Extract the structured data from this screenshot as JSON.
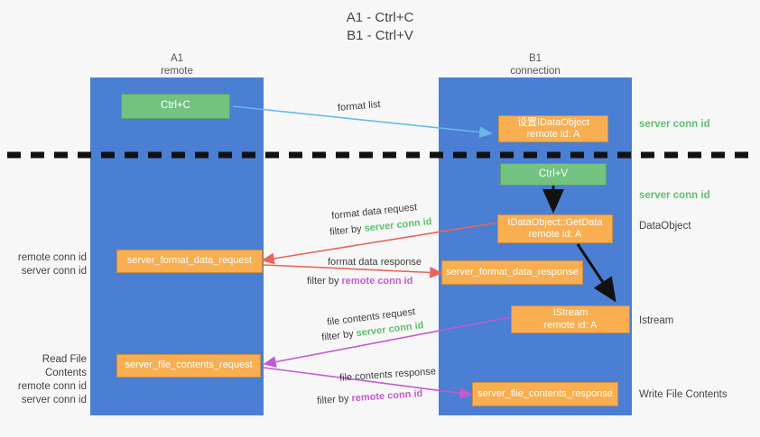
{
  "title": {
    "line1": "A1 - Ctrl+C",
    "line2": "B1 - Ctrl+V"
  },
  "columns": [
    {
      "name": "A1",
      "sub": "remote"
    },
    {
      "name": "B1",
      "sub": "connection"
    }
  ],
  "boxes": {
    "ctrl_c": {
      "label": "Ctrl+C",
      "color": "#73c280"
    },
    "ctrl_v": {
      "label": "Ctrl+V",
      "color": "#73c280"
    },
    "set_dataobject": {
      "line1": "设置IDataObject",
      "line2": "remote id: A",
      "color": "#f9ae51"
    },
    "getdata": {
      "line1": "IDataObject::GetData",
      "line2": "remote id: A",
      "color": "#f9ae51"
    },
    "istream": {
      "line1": "IStream",
      "line2": "remote id: A",
      "color": "#f9ae51"
    },
    "fmt_req": {
      "label": "server_format_data_request",
      "color": "#f9ae51"
    },
    "fmt_resp": {
      "label": "server_format_data_response",
      "color": "#f9ae51"
    },
    "file_req": {
      "label": "server_file_contents_request",
      "color": "#f9ae51"
    },
    "file_resp": {
      "label": "server_file_contents_response",
      "color": "#f9ae51"
    }
  },
  "right_labels": [
    {
      "text": "server conn id",
      "style": "green"
    },
    {
      "text": "server conn id",
      "style": "green"
    },
    {
      "text": "DataObject",
      "style": "plain"
    },
    {
      "text": "Istream",
      "style": "plain"
    },
    {
      "text": "Write File Contents",
      "style": "plain"
    }
  ],
  "left_labels": {
    "group1": {
      "remote": "remote conn id",
      "server": "server conn id"
    },
    "read_file": "Read File Contents",
    "group2": {
      "remote": "remote conn id",
      "server": "server conn id"
    }
  },
  "annotations": {
    "format_list": "format list",
    "fmt_req_title": "format data request",
    "fmt_req_filter_pre": "filter by",
    "fmt_req_filter_key": "server conn id",
    "fmt_resp_title": "format data response",
    "fmt_resp_filter_pre": "filter by",
    "fmt_resp_filter_key": "remote conn id",
    "file_req_title": "file contents request",
    "file_req_filter_pre": "filter by",
    "file_req_filter_key": "server conn id",
    "file_resp_title": "file contents response",
    "file_resp_filter_pre": "filter by",
    "file_resp_filter_key": "remote conn id"
  },
  "colors": {
    "lane": "#4a7fd4",
    "orange": "#f9ae51",
    "green_box": "#73c280",
    "green_text": "#5fbf6e",
    "purple_text": "#c45ad0",
    "red_arrow": "#e8645a",
    "blue_arrow": "#68b8e8",
    "magenta_arrow": "#c45ad0",
    "dark_arrow": "#111111",
    "background": "#f7f7f7"
  }
}
